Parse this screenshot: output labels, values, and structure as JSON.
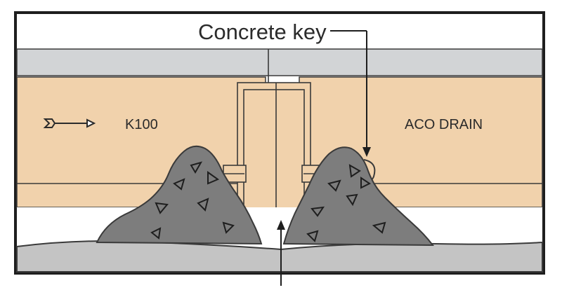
{
  "labels": {
    "concrete_key": "Concrete key",
    "left_channel": "K100",
    "right_channel": "ACO DRAIN"
  },
  "icons": {
    "flow_direction": "flow-arrow-icon"
  },
  "colors": {
    "frame": "#1e1e1e",
    "outline": "#3a3a3a",
    "channel_fill": "#f1d2ac",
    "grating_fill": "#d2d4d6",
    "ground_fill": "#c4c4c4",
    "concrete_fill": "#7d7d7d",
    "background": "#ffffff"
  }
}
